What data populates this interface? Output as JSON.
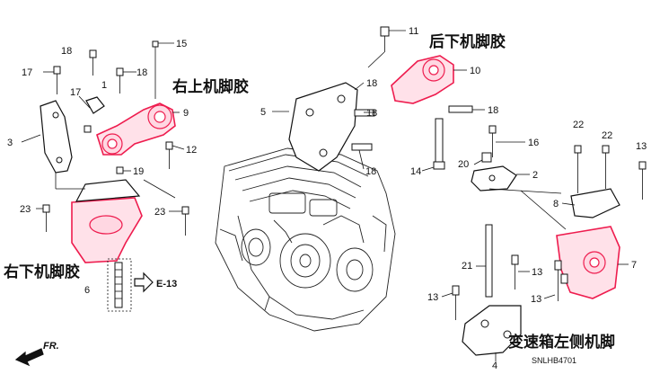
{
  "diagram": {
    "colors": {
      "highlight": "#ee1c4e",
      "ink": "#111111",
      "background": "#ffffff"
    },
    "annotations": {
      "right_upper_mount": "右上机脚胶",
      "right_lower_mount": "右下机脚胶",
      "rear_lower_mount": "后下机脚胶",
      "transmission_left_mount": "变速箱左侧机脚"
    },
    "reference": {
      "arrow_label": "E-13"
    },
    "direction": {
      "label": "FR."
    },
    "drawing_code": "SNLHB4701",
    "callouts": {
      "c1": "1",
      "c2": "2",
      "c3": "3",
      "c4": "4",
      "c5": "5",
      "c6": "6",
      "c7": "7",
      "c8": "8",
      "c9": "9",
      "c10": "10",
      "c11": "11",
      "c12": "12",
      "c13a": "13",
      "c13b": "13",
      "c13c": "13",
      "c13d": "13",
      "c14": "14",
      "c15": "15",
      "c16": "16",
      "c17a": "17",
      "c17b": "17",
      "c18a": "18",
      "c18b": "18",
      "c18c": "18",
      "c18d": "18",
      "c18e": "18",
      "c19": "19",
      "c20": "20",
      "c21": "21",
      "c22a": "22",
      "c22b": "22",
      "c23a": "23",
      "c23b": "23"
    }
  }
}
